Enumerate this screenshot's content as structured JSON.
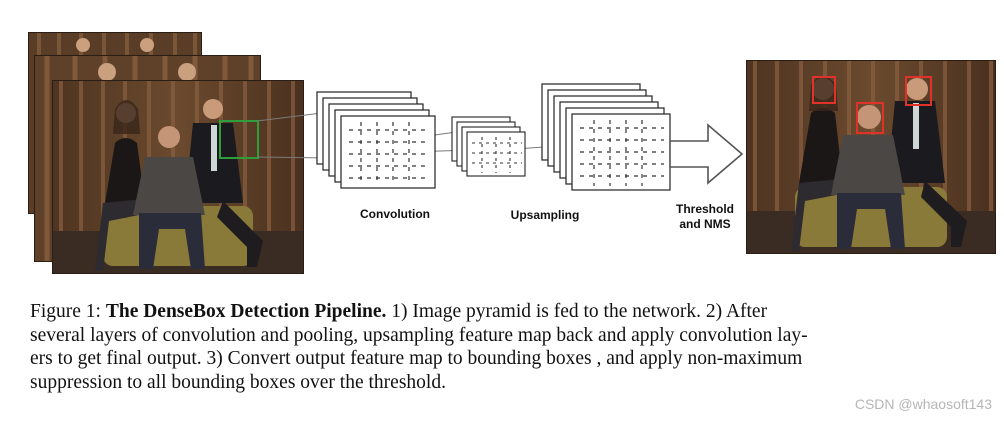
{
  "figure": {
    "stages": {
      "convolution": "Convolution",
      "upsampling": "Upsampling",
      "threshold_line1": "Threshold",
      "threshold_line2": "and NMS"
    },
    "colors": {
      "curtain": "#6b4a2e",
      "crop_box": "#2e9e3a",
      "detection_box": "#e0322b",
      "arrow_stroke": "#555555"
    }
  },
  "caption": {
    "lead": "Figure 1:",
    "title": "The DenseBox Detection Pipeline.",
    "line1_rest": "1) Image pyramid is fed to the network. 2) After",
    "line2": "several layers of convolution and pooling, upsampling feature map back and apply convolution lay-",
    "line3": "ers to get final output. 3) Convert output feature map to bounding boxes , and apply non-maximum",
    "line4": "suppression to all bounding boxes over the threshold."
  },
  "watermark": "CSDN @whaosoft143"
}
